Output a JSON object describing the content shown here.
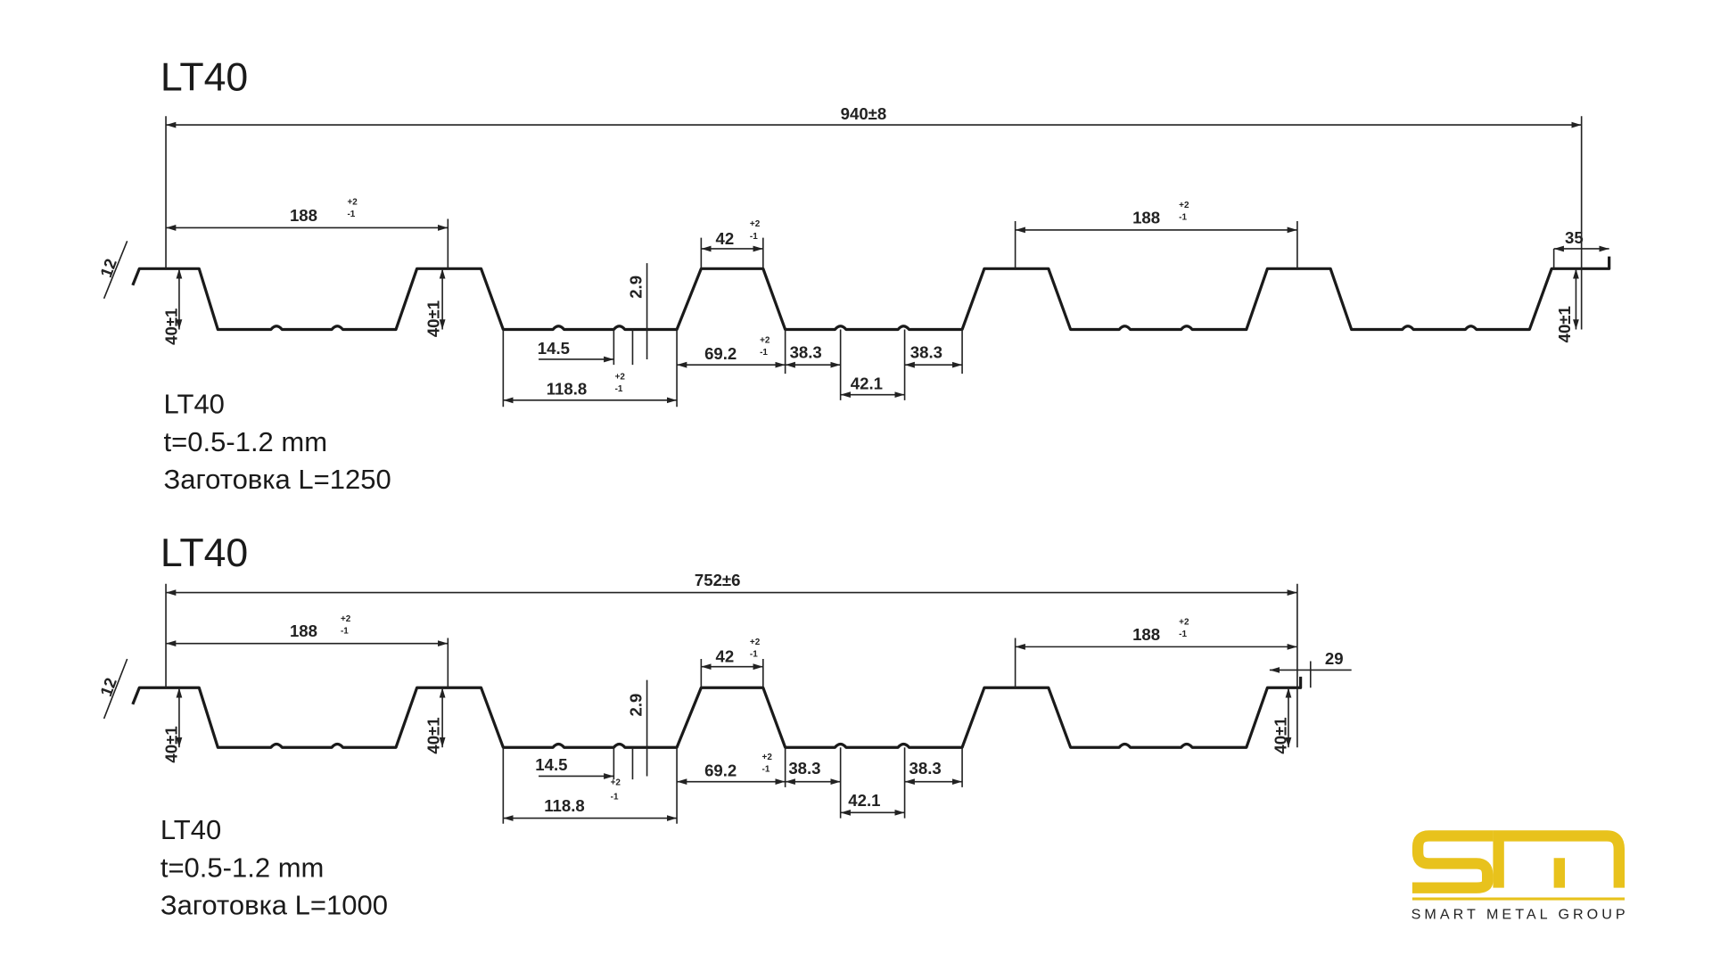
{
  "logo": {
    "mark": "SM",
    "company": "SMART METAL GROUP",
    "color": "#e8c21c"
  },
  "profiles": [
    {
      "title": "LT40",
      "overall": "940±8",
      "pitch_left": "188",
      "pitch_right": "188",
      "tol_up": "+2",
      "tol_down": "-1",
      "top_width": "42",
      "end_lip": "35",
      "lip": "12",
      "height": "40±1",
      "rib_depth": "2.9",
      "rib_offset": "14.5",
      "bottom": "118.8",
      "web": "69.2",
      "seg_a": "38.3",
      "seg_b": "42.1",
      "seg_c": "38.3",
      "caption": {
        "name": "LT40",
        "thickness": "t=0.5-1.2 mm",
        "blank": "Заготовка L=1250"
      }
    },
    {
      "title": "LT40",
      "overall": "752±6",
      "pitch_left": "188",
      "pitch_right": "188",
      "tol_up": "+2",
      "tol_down": "-1",
      "top_width": "42",
      "end_lip": "29",
      "lip": "12",
      "height": "40±1",
      "rib_depth": "2.9",
      "rib_offset": "14.5",
      "bottom": "118.8",
      "web": "69.2",
      "seg_a": "38.3",
      "seg_b": "42.1",
      "seg_c": "38.3",
      "caption": {
        "name": "LT40",
        "thickness": "t=0.5-1.2 mm",
        "blank": "Заготовка L=1000"
      }
    }
  ]
}
